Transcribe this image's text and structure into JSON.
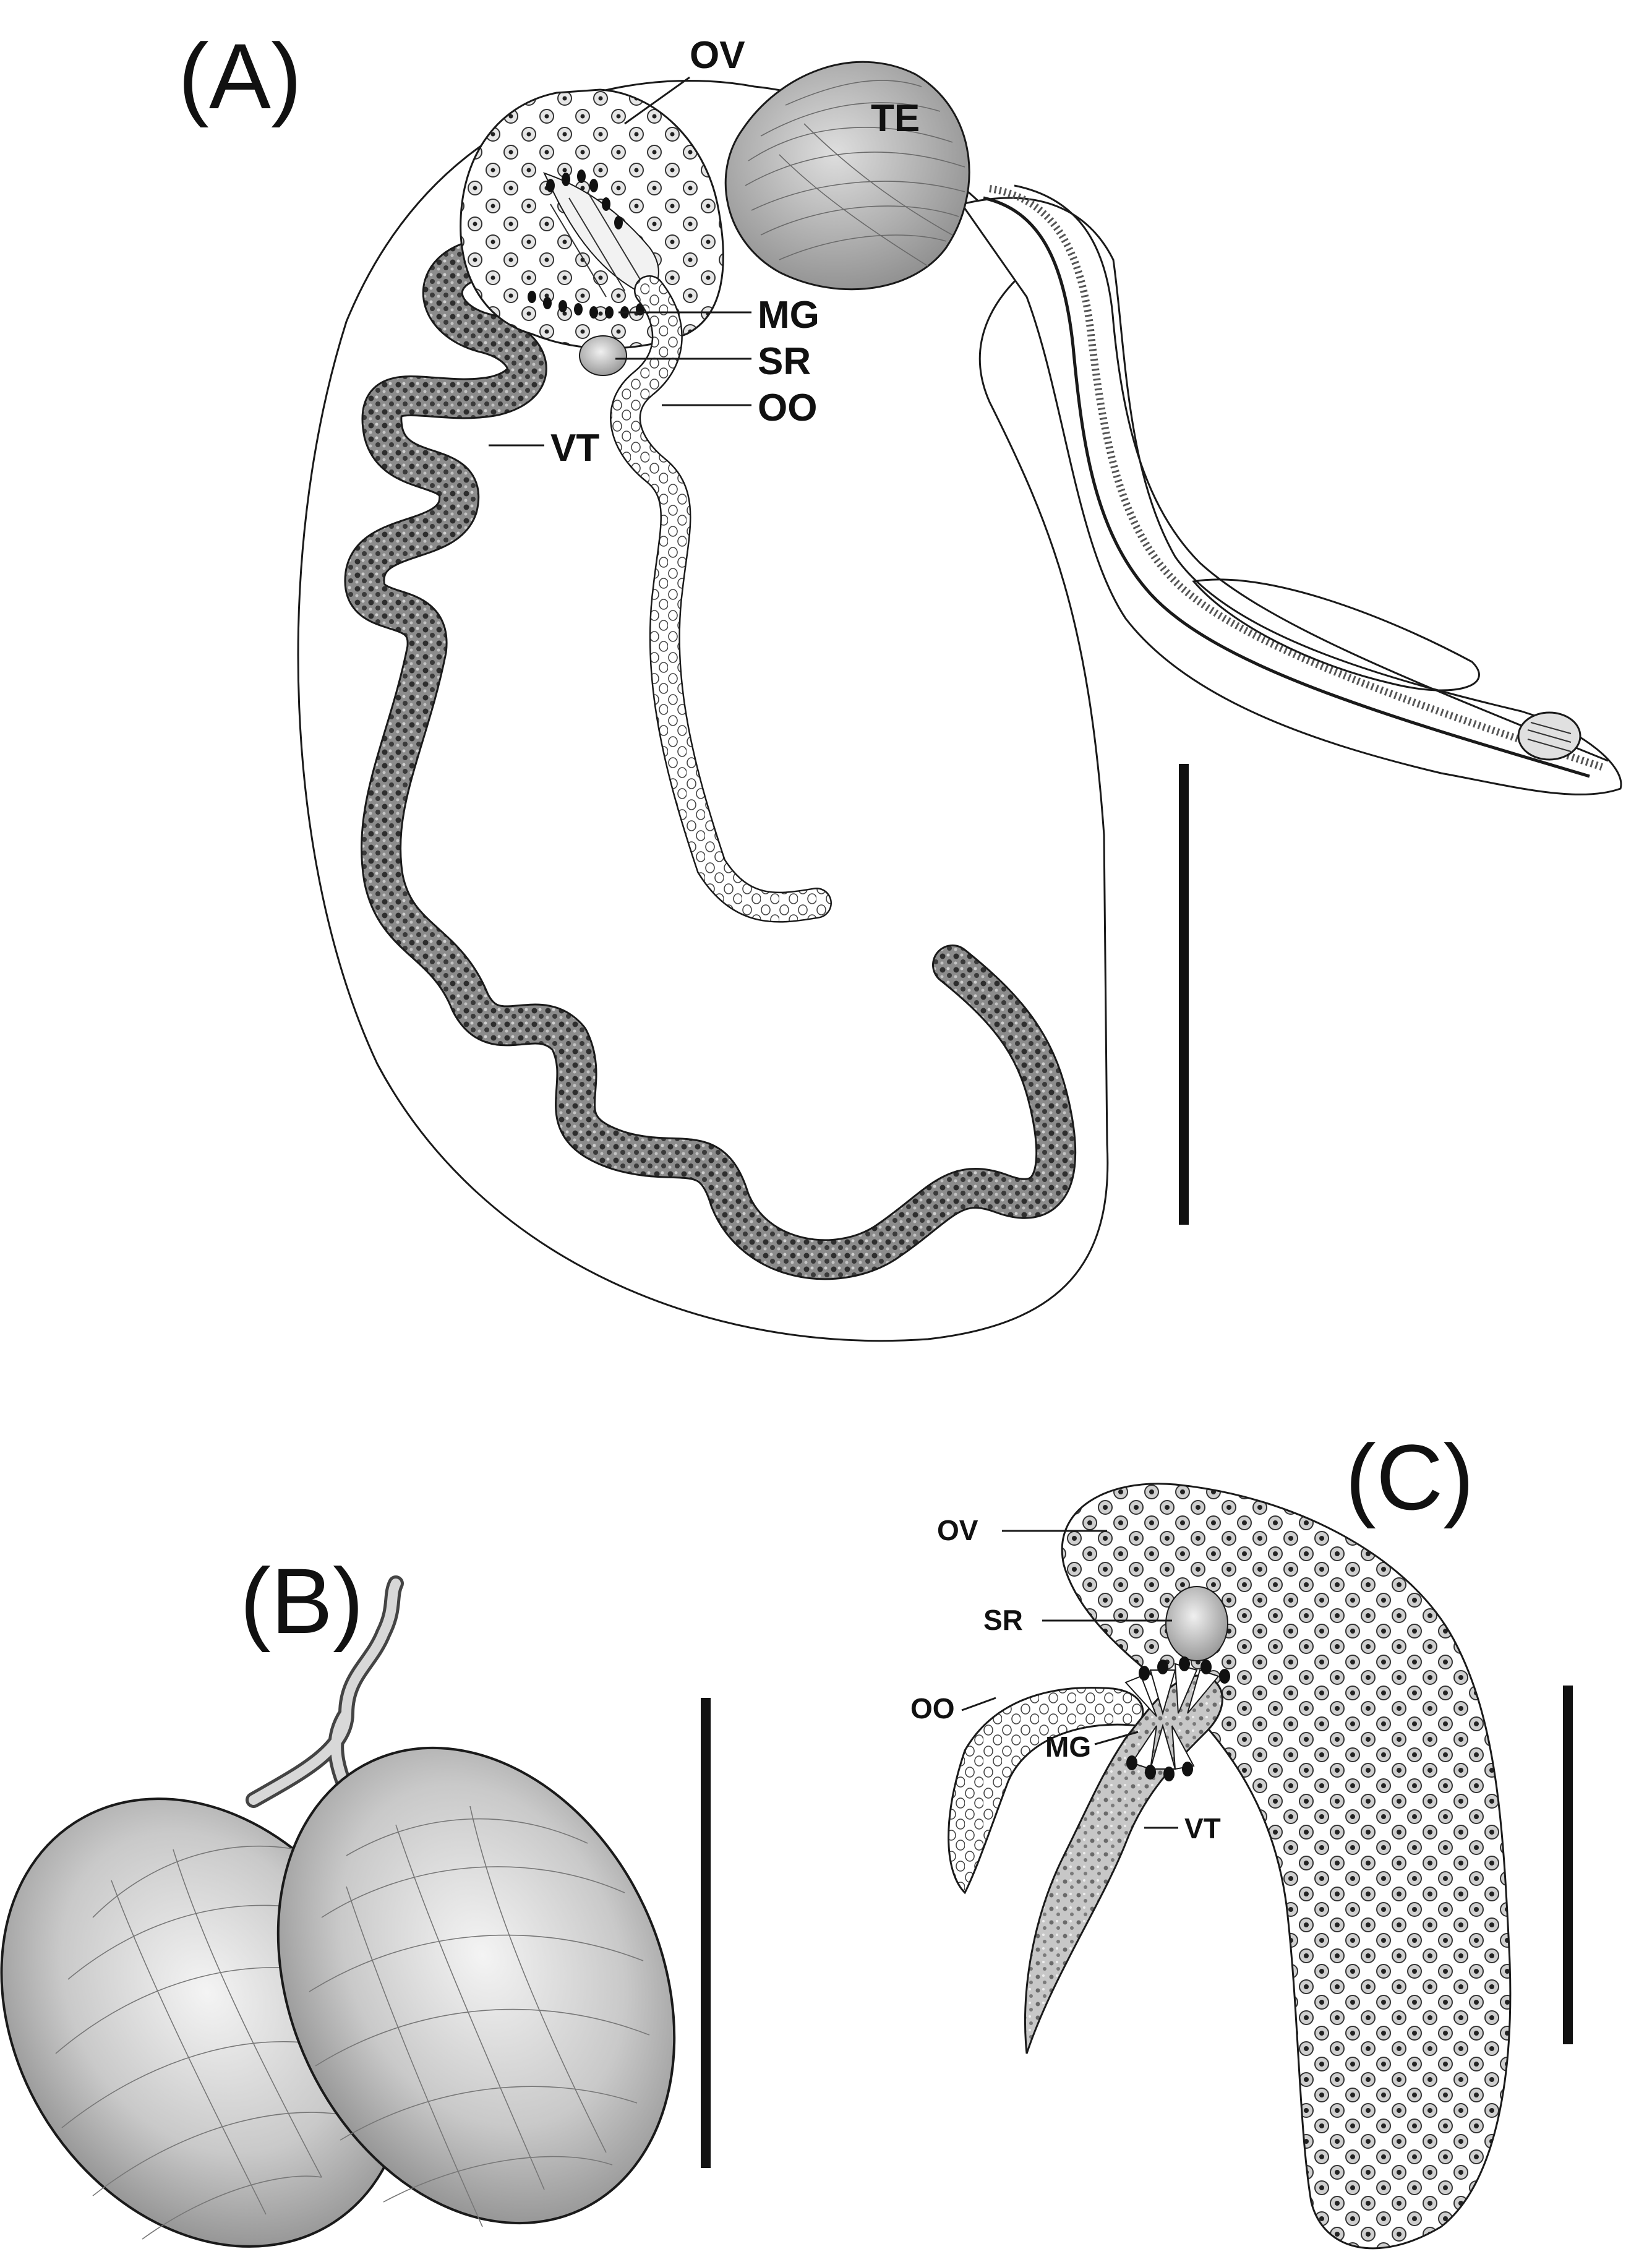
{
  "panels": {
    "a": {
      "label": "(A)",
      "structures": {
        "ov": "OV",
        "te": "TE",
        "mg": "MG",
        "sr": "SR",
        "oo": "OO",
        "vt": "VT"
      }
    },
    "b": {
      "label": "(B)"
    },
    "c": {
      "label": "(C)",
      "structures": {
        "ov": "OV",
        "sr": "SR",
        "oo": "OO",
        "mg": "MG",
        "vt": "VT"
      }
    }
  },
  "colors": {
    "outline": "#1a1a1a",
    "testis_fill": "#a8a8a8",
    "vitelline_fill": "#5a5a5a",
    "egg_fill": "#d9d9d9"
  }
}
